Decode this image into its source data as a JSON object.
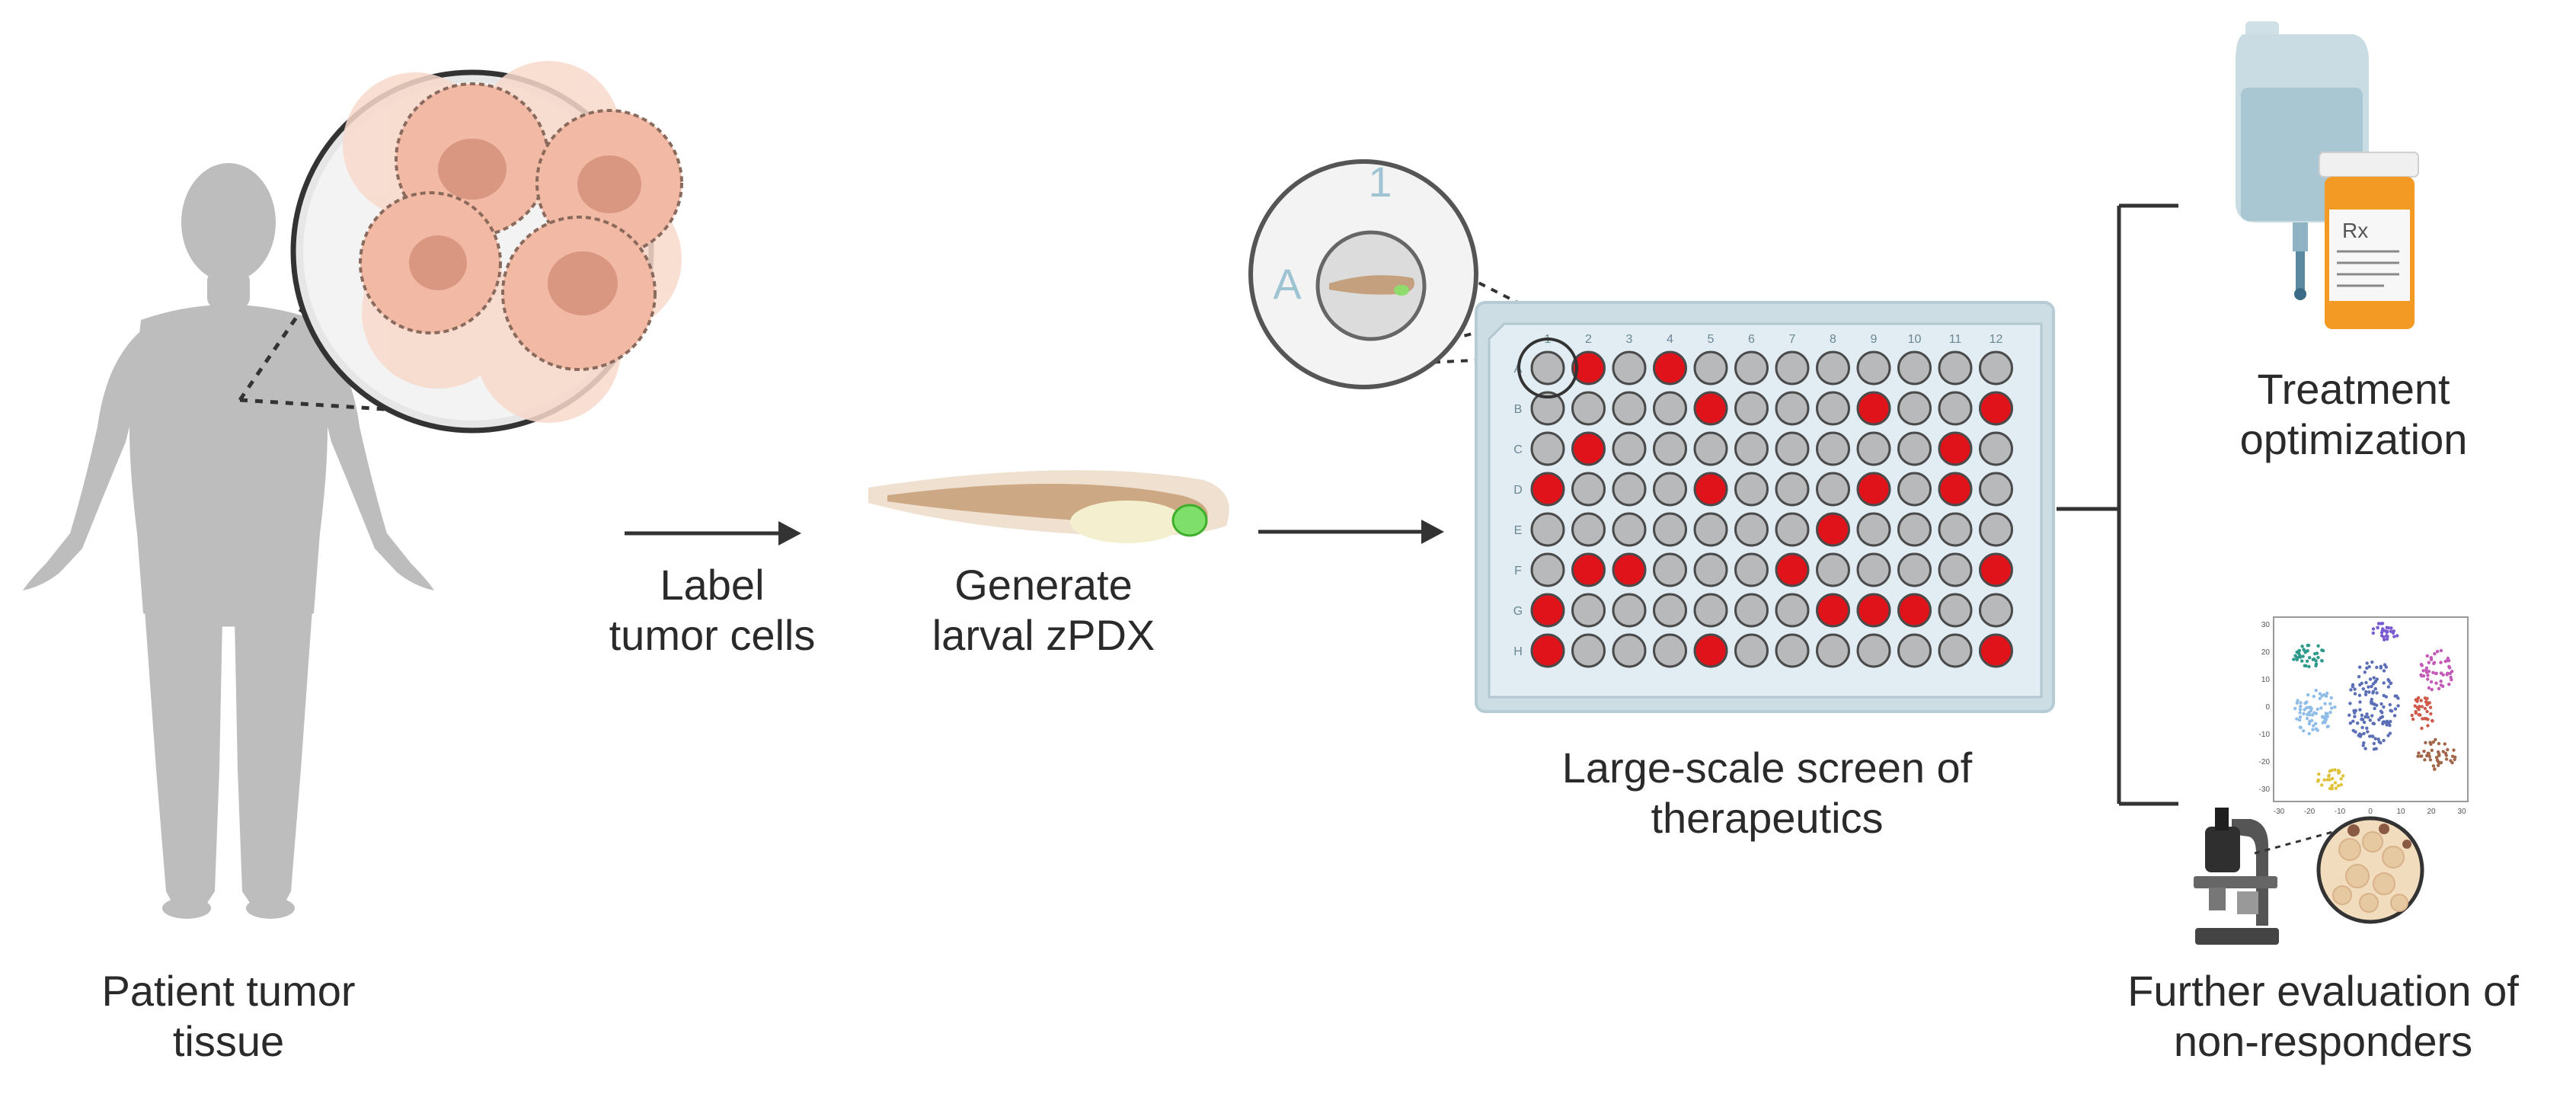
{
  "labels": {
    "patient": [
      "Patient tumor",
      "tissue"
    ],
    "label_cells": [
      "Label",
      "tumor cells"
    ],
    "generate": [
      "Generate",
      "larval zPDX"
    ],
    "screen": [
      "Large-scale screen of",
      "therapeutics"
    ],
    "treatment": [
      "Treatment",
      "optimization"
    ],
    "further": [
      "Further evaluation of",
      "non-responders"
    ]
  },
  "zoom_inset": {
    "column": "1",
    "row": "A"
  },
  "pill_bottle_label": "Rx",
  "plate": {
    "columns": [
      "1",
      "2",
      "3",
      "4",
      "5",
      "6",
      "7",
      "8",
      "9",
      "10",
      "11",
      "12"
    ],
    "rows": [
      "A",
      "B",
      "C",
      "D",
      "E",
      "F",
      "G",
      "H"
    ],
    "hits": {
      "A": [
        2,
        4
      ],
      "B": [
        5,
        9,
        12
      ],
      "C": [
        2,
        11
      ],
      "D": [
        1,
        5,
        9,
        11
      ],
      "E": [
        8
      ],
      "F": [
        2,
        3,
        7,
        12
      ],
      "G": [
        1,
        8,
        9,
        10
      ],
      "H": [
        1,
        5,
        12
      ]
    },
    "hit_color": "#e0131b",
    "empty_color": "#b8b9bb"
  },
  "tsne_ticks": {
    "x": [
      "-30",
      "-20",
      "-10",
      "0",
      "10",
      "20",
      "30"
    ],
    "y": [
      "30",
      "20",
      "10",
      "0",
      "-10",
      "-20",
      "-30"
    ]
  },
  "colors": {
    "silhouette": "#bdbdbd",
    "cell": "#f2b9a4",
    "arrow": "#333333",
    "plate_body": "#dce9ee",
    "iv_bag": "#b9d3df",
    "pill_bottle": "#f29a24"
  }
}
